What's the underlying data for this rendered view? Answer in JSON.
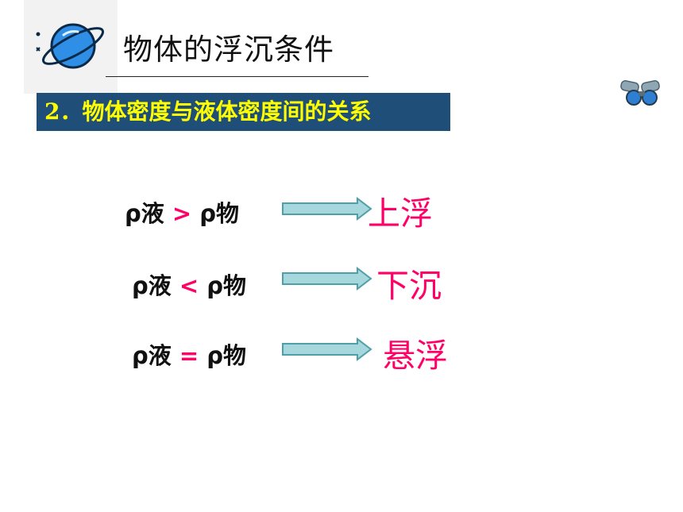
{
  "header": {
    "title": "物体的浮沉条件",
    "logo_icon": "planet-icon",
    "decoration_icon": "binoculars-icon"
  },
  "section": {
    "heading": "2．物体密度与液体密度间的关系",
    "background": "#1f4e79",
    "text_color": "#ffff00"
  },
  "relations": [
    {
      "left": "ρ液",
      "operator": ">",
      "right": "ρ物",
      "result": "上浮"
    },
    {
      "left": "ρ液",
      "operator": "<",
      "right": "ρ物",
      "result": "下沉"
    },
    {
      "left": "ρ液",
      "operator": "=",
      "right": "ρ物",
      "result": "悬浮"
    }
  ],
  "colors": {
    "accent": "#ff0066",
    "arrow_fill": "#a6d7dc",
    "arrow_stroke": "#4f9fa8",
    "planet": "#2f8fe6"
  }
}
